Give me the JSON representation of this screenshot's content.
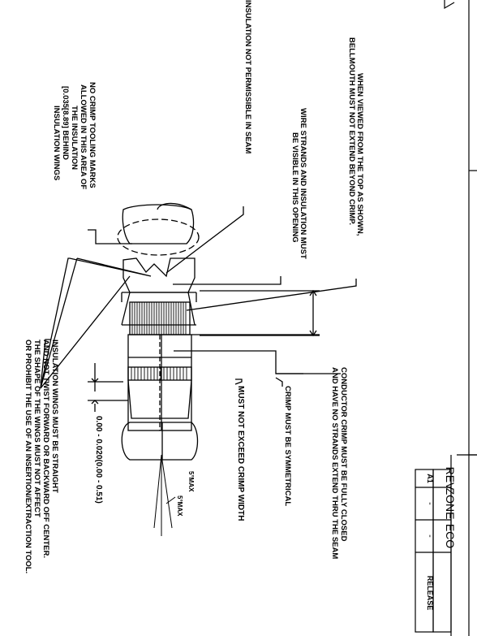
{
  "notes": {
    "bellmouth": [
      "WHEN VIEWED FROM THE TOP AS SHOWN,",
      "BELLMOUTH MUST NOT EXTEND BEYOND CRIMP."
    ],
    "wire_strands": [
      "WIRE STRANDS AND INSULATION MUST",
      "BE VISIBLE IN THIS OPENING"
    ],
    "insulation_seam": "INSULATION NOT PERMISSIBLE IN SEAM",
    "tooling_marks": [
      "NO CRIMP TOOLING MARKS",
      "ALLOWED IN THIS AREA OF",
      "THE INSULATION",
      "[0.035[8.89] BEHIND",
      "INSULATION WINGS"
    ],
    "conductor_crimp": [
      "CONDUCTOR CRIMP MUST BE FULLY CLOSED",
      "AND HAVE NO STRANDS EXTEND THRU THE SEAM"
    ],
    "symmetrical": "CRIMP MUST BE SYMMETRICAL",
    "crimp_width": "MUST NOT EXCEED CRIMP WIDTH",
    "bellmouth_dim": "0.00 - 0.020(0.00 - 0.51)",
    "angle_1": "5°MAX",
    "angle_2": "5°MAX",
    "insulation_wings": [
      "INSULATION WINGS MUST BE STRAIGHT",
      "AND NOT TWIST FORWARD OR BACKWARD OFF CENTER.",
      "THE SHAPE OF THE WINGS MUST NOT AFFECT",
      "OR PROHIBIT THE USE OF AN INSERTION/EXTRACTION TOOL."
    ]
  },
  "revision_table": {
    "headers": [
      "REV",
      "ZONE",
      "ECO"
    ],
    "row": [
      "A1",
      "-",
      "-",
      "RELEASE"
    ]
  }
}
